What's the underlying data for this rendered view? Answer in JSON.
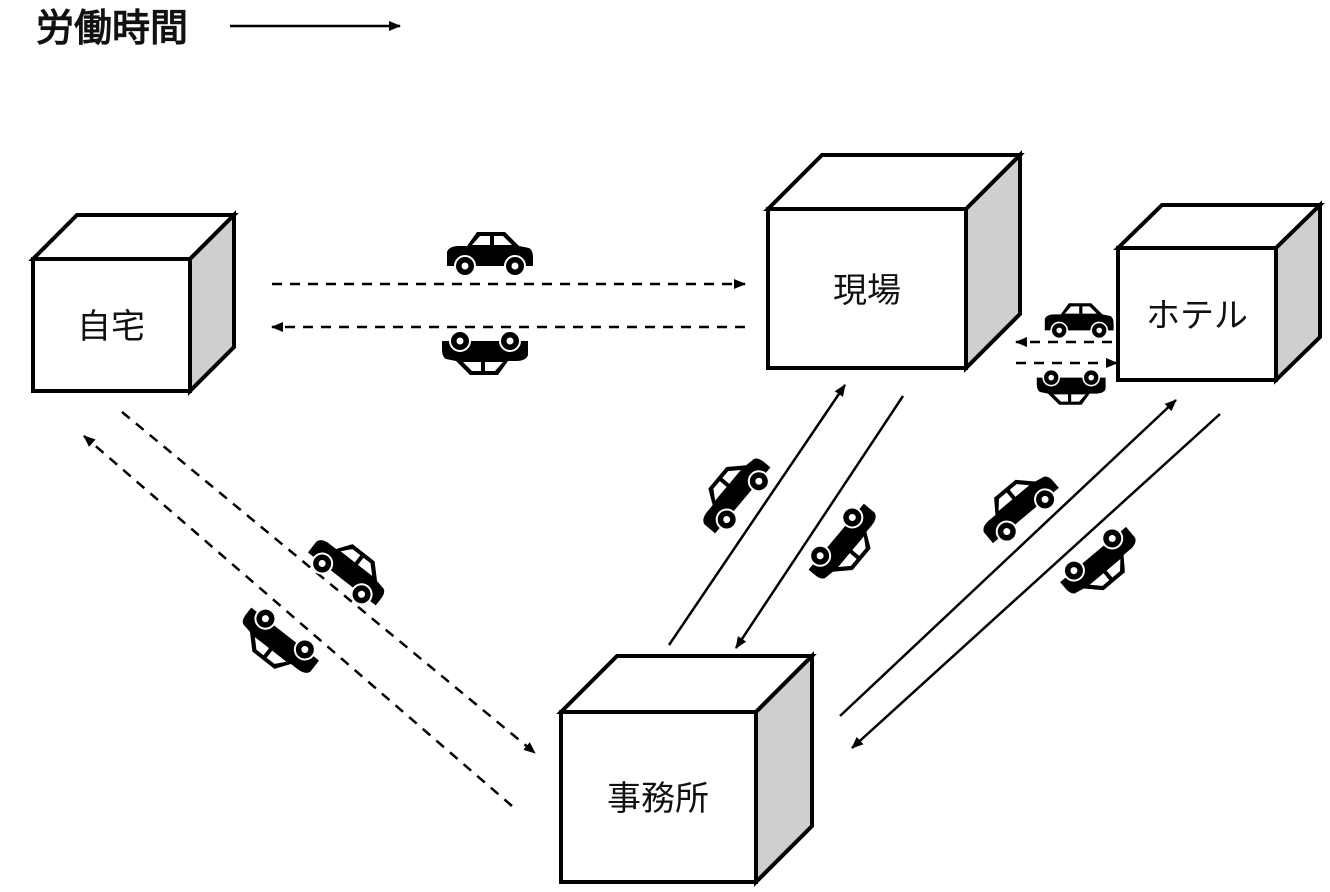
{
  "legend": {
    "label": "労働時間"
  },
  "locations": {
    "home": "自宅",
    "site": "現場",
    "hotel": "ホテル",
    "office": "事務所"
  }
}
